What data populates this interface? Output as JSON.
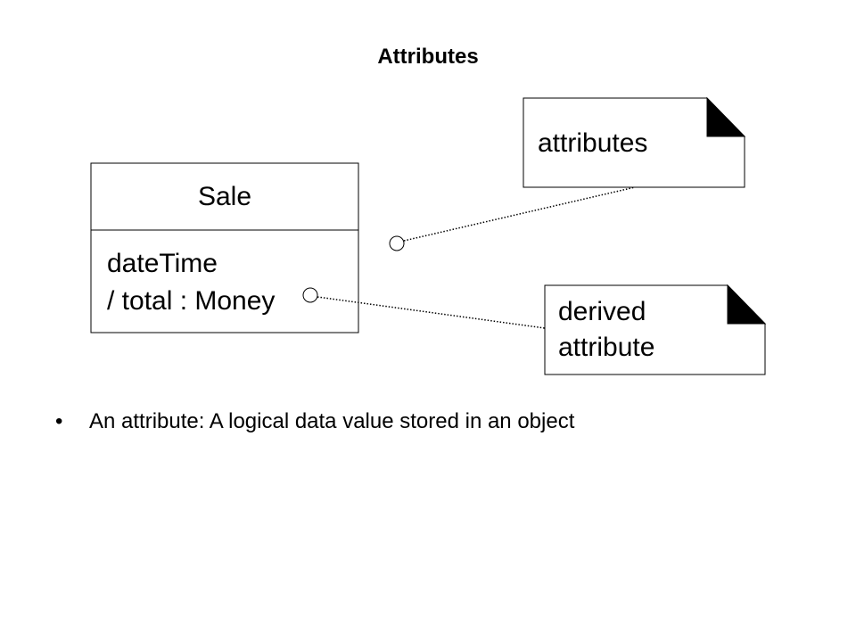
{
  "slide": {
    "title": "Attributes"
  },
  "diagram": {
    "class_box": {
      "name": "Sale",
      "attributes": [
        "dateTime",
        "/ total : Money"
      ]
    },
    "notes": [
      {
        "id": "attributes-note",
        "lines": [
          "attributes"
        ]
      },
      {
        "id": "derived-attribute-note",
        "lines": [
          "derived",
          "attribute"
        ]
      }
    ]
  },
  "bullets": [
    {
      "symbol": "•",
      "text": "An attribute: A logical data value stored in an object"
    }
  ],
  "colors": {
    "background": "#ffffff",
    "ink": "#000000"
  }
}
